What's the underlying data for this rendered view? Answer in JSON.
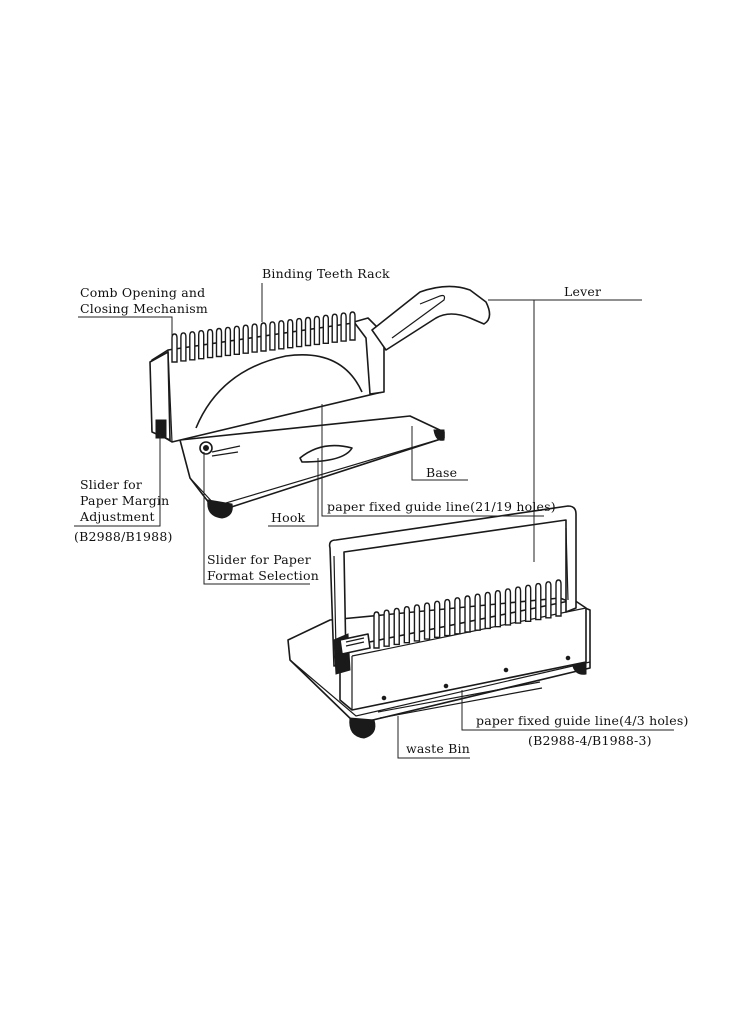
{
  "diagram": {
    "labels": {
      "binding_teeth_rack": "Binding Teeth Rack",
      "comb_line1": "Comb Opening and",
      "comb_line2": "Closing  Mechanism",
      "lever": "Lever",
      "base": "Base",
      "slider_margin_1": "Slider for",
      "slider_margin_2": "Paper Margin",
      "slider_margin_3": "Adjustment",
      "slider_margin_models": "(B2988/B1988)",
      "hook": "Hook",
      "guide_21_19": "paper fixed guide line(21/19 holes)",
      "slider_format_1": "Slider for Paper",
      "slider_format_2": "Format Selection",
      "guide_4_3": "paper fixed guide line(4/3 holes)",
      "guide_4_3_models": "(B2988-4/B1988-3)",
      "waste_bin": "waste Bin"
    }
  }
}
